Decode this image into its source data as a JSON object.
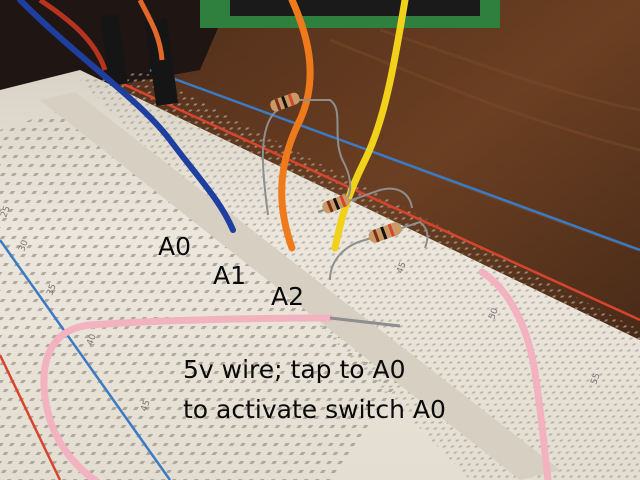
{
  "labels": {
    "a0": "A0",
    "a1": "A1",
    "a2": "A2"
  },
  "note": {
    "line1": "5v wire; tap to A0",
    "line2": "to activate switch A0"
  },
  "board_numbers": [
    "25",
    "30",
    "35",
    "40",
    "45",
    "45",
    "50",
    "55"
  ],
  "colors": {
    "table_wood": "#5a3520",
    "breadboard": "#ece6da",
    "rail_red": "#d8452e",
    "rail_blue": "#3a7bc4",
    "wire_blue": "#1e3fa0",
    "wire_orange": "#ef7a1c",
    "wire_yellow": "#f1d11a",
    "wire_pink": "#f2b2c0",
    "resistor_body": "#c99a66",
    "pcb_green": "#2f7f3f"
  }
}
